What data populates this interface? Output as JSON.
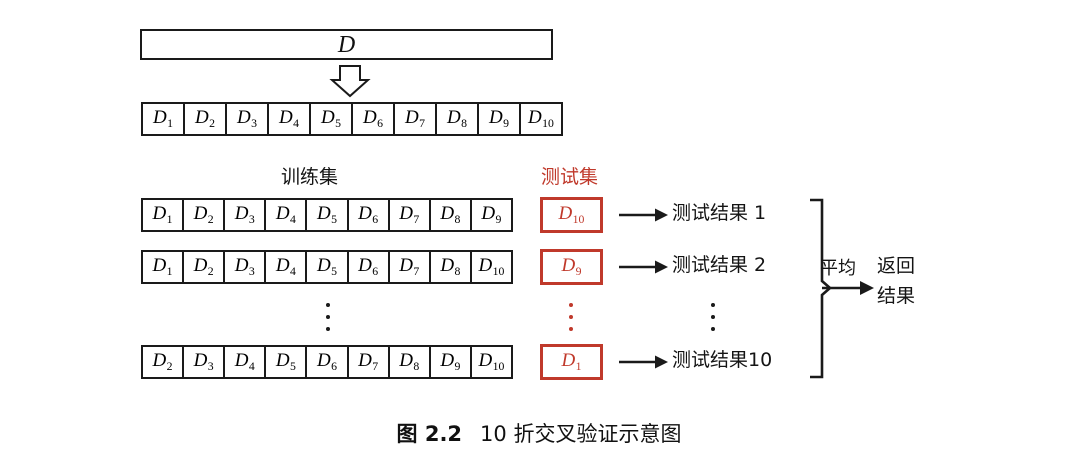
{
  "figure": {
    "caption_number": "图 2.2",
    "caption_text": "10 折交叉验证示意图"
  },
  "colors": {
    "ink": "#1a1a1a",
    "red": "#c0392b",
    "background": "#ffffff"
  },
  "top": {
    "dataset_label": "D",
    "split_arrow": "down-block-arrow",
    "folds": [
      {
        "base": "D",
        "sub": "1"
      },
      {
        "base": "D",
        "sub": "2"
      },
      {
        "base": "D",
        "sub": "3"
      },
      {
        "base": "D",
        "sub": "4"
      },
      {
        "base": "D",
        "sub": "5"
      },
      {
        "base": "D",
        "sub": "6"
      },
      {
        "base": "D",
        "sub": "7"
      },
      {
        "base": "D",
        "sub": "8"
      },
      {
        "base": "D",
        "sub": "9"
      },
      {
        "base": "D",
        "sub": "10"
      }
    ]
  },
  "headers": {
    "training_set": "训练集",
    "test_set": "测试集"
  },
  "rows": [
    {
      "train": [
        {
          "base": "D",
          "sub": "1"
        },
        {
          "base": "D",
          "sub": "2"
        },
        {
          "base": "D",
          "sub": "3"
        },
        {
          "base": "D",
          "sub": "4"
        },
        {
          "base": "D",
          "sub": "5"
        },
        {
          "base": "D",
          "sub": "6"
        },
        {
          "base": "D",
          "sub": "7"
        },
        {
          "base": "D",
          "sub": "8"
        },
        {
          "base": "D",
          "sub": "9"
        }
      ],
      "test": {
        "base": "D",
        "sub": "10"
      },
      "result": "测试结果 1"
    },
    {
      "train": [
        {
          "base": "D",
          "sub": "1"
        },
        {
          "base": "D",
          "sub": "2"
        },
        {
          "base": "D",
          "sub": "3"
        },
        {
          "base": "D",
          "sub": "4"
        },
        {
          "base": "D",
          "sub": "5"
        },
        {
          "base": "D",
          "sub": "6"
        },
        {
          "base": "D",
          "sub": "7"
        },
        {
          "base": "D",
          "sub": "8"
        },
        {
          "base": "D",
          "sub": "10"
        }
      ],
      "test": {
        "base": "D",
        "sub": "9"
      },
      "result": "测试结果 2"
    },
    {
      "train": [
        {
          "base": "D",
          "sub": "2"
        },
        {
          "base": "D",
          "sub": "3"
        },
        {
          "base": "D",
          "sub": "4"
        },
        {
          "base": "D",
          "sub": "5"
        },
        {
          "base": "D",
          "sub": "6"
        },
        {
          "base": "D",
          "sub": "7"
        },
        {
          "base": "D",
          "sub": "8"
        },
        {
          "base": "D",
          "sub": "9"
        },
        {
          "base": "D",
          "sub": "10"
        }
      ],
      "test": {
        "base": "D",
        "sub": "1"
      },
      "result": "测试结果10"
    }
  ],
  "aggregate": {
    "average_label": "平均",
    "return_line1": "返回",
    "return_line2": "结果"
  },
  "ellipsis": {
    "glyph": "⋮",
    "count": 3
  }
}
